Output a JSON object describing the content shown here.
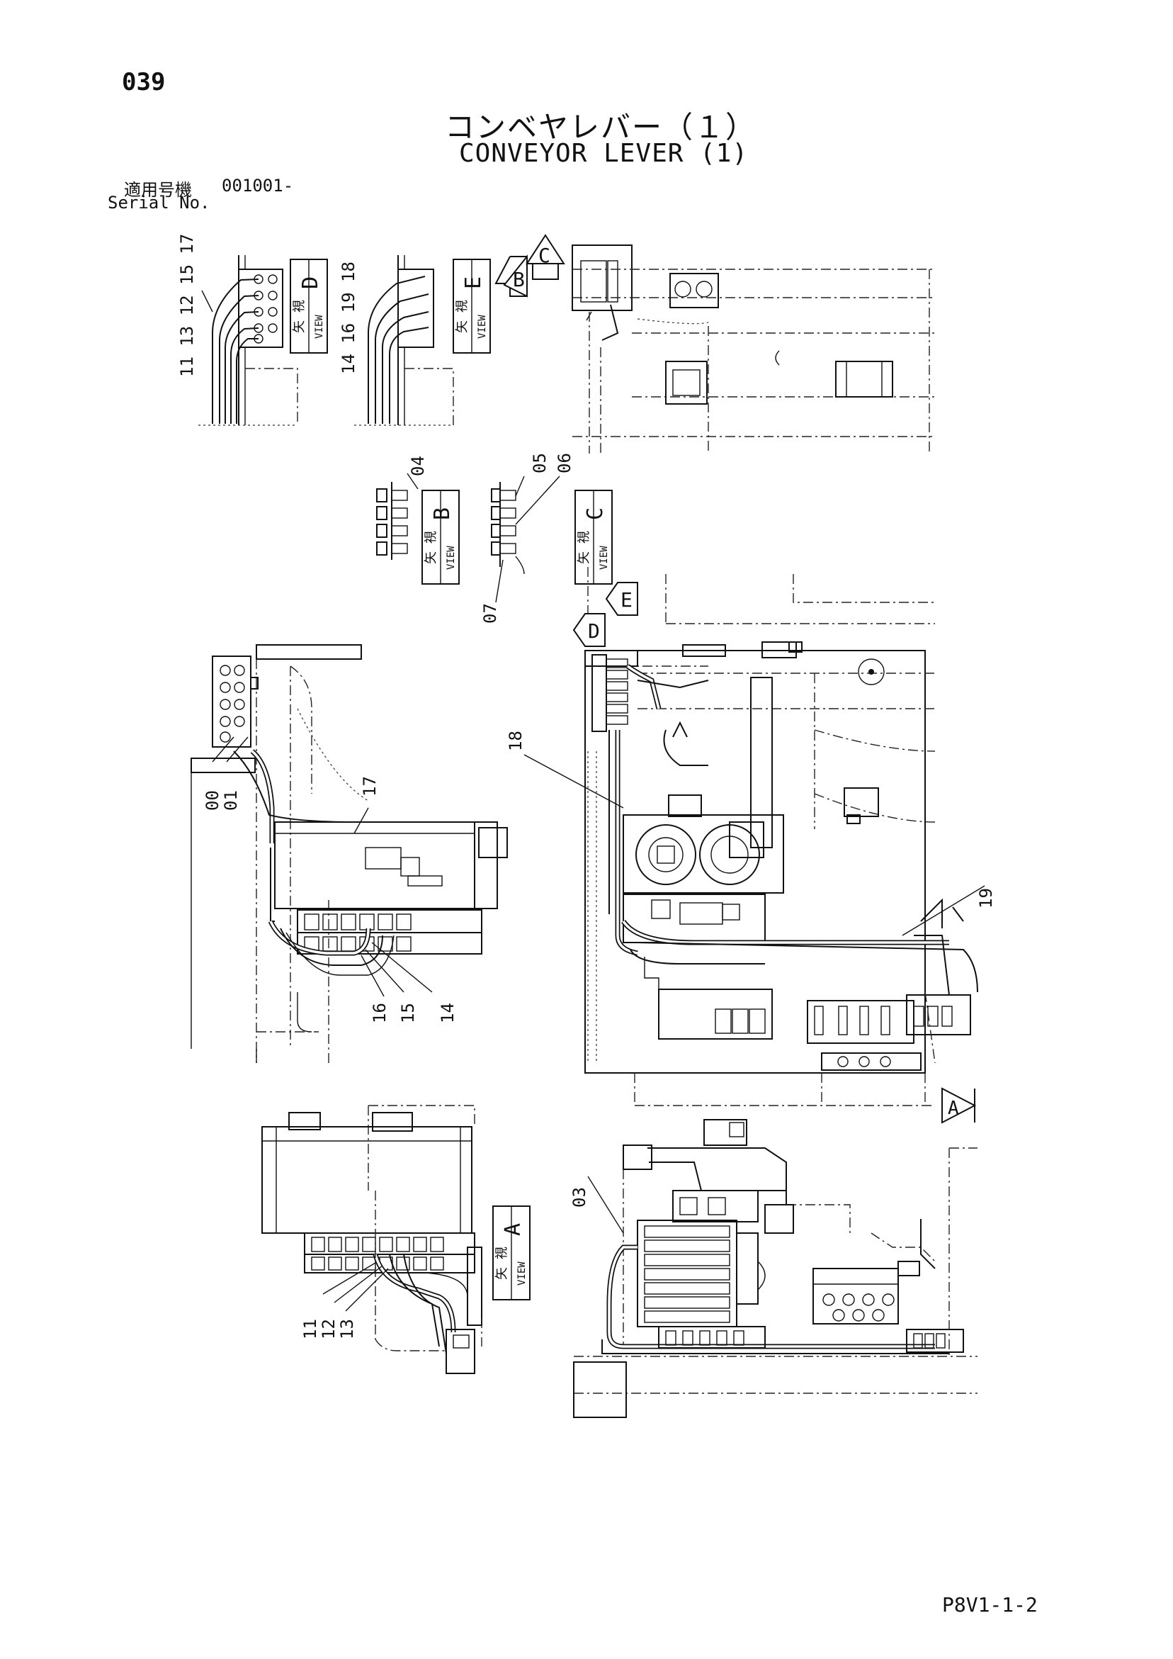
{
  "header": {
    "page_number": "039",
    "title_jp": "コンベヤレバー（１）",
    "title_en": "CONVEYOR LEVER (1)",
    "serial_label_jp": "適用号機",
    "serial_number": "001001-",
    "serial_label_en": "Serial No."
  },
  "footer": {
    "doc_code": "P8V1-1-2"
  },
  "view_tag": {
    "jp": "矢 視",
    "en": "VIEW"
  },
  "views": {
    "a": "A",
    "b": "B",
    "c": "C",
    "d": "D",
    "e": "E"
  },
  "arrows": {
    "a": "A",
    "b": "B",
    "c": "C",
    "d": "D",
    "e": "E"
  },
  "callouts": {
    "p00": "00",
    "p01": "01",
    "p03": "03",
    "p04": "04",
    "p05": "05",
    "p06": "06",
    "p07": "07",
    "p11": "11",
    "p12": "12",
    "p13": "13",
    "p14": "14",
    "p15": "15",
    "p16": "16",
    "p17": "17",
    "p18": "18",
    "p19": "19"
  },
  "view_d_labels": {
    "top": "11 13 12 15 17"
  },
  "view_e_labels": {
    "top": "14 16 19 18"
  }
}
